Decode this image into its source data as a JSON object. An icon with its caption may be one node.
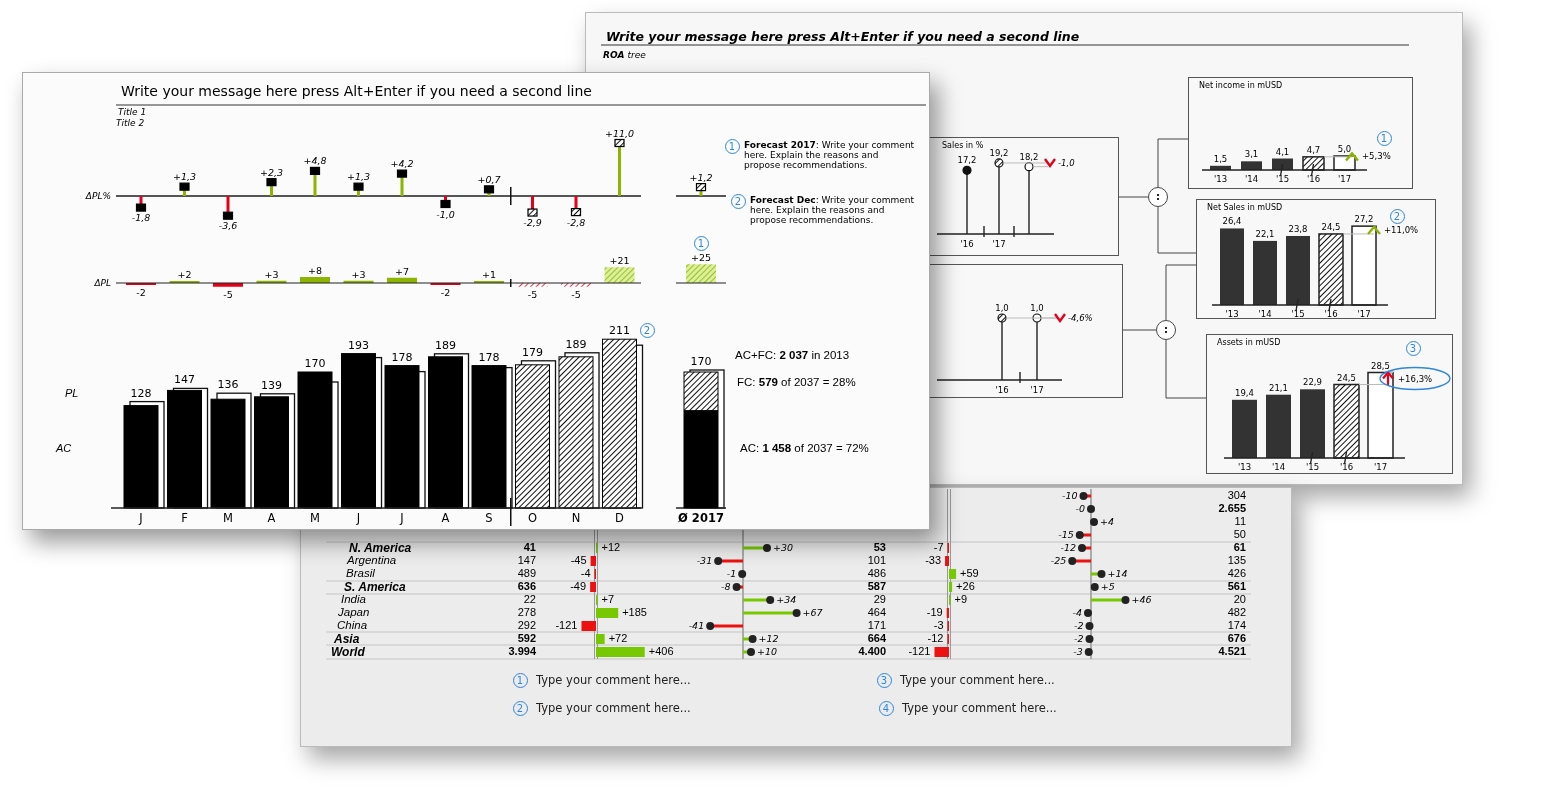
{
  "diagram": {
    "nodes": [
      {
        "text": [
          "Write your message here press Alt+Enter if you need a second line",
          "**ROA** tree"
        ]
      },
      {
        "text": [
          "Sales in %",
          "17,2",
          "19,2",
          "18,2",
          "-1,0",
          "'16",
          "'17"
        ],
        "in": 0
      },
      {
        "text": [
          "1,0",
          "1,0",
          "-4,6%",
          "'16",
          "'17"
        ],
        "in": 0
      },
      {
        "text": [
          ":"
        ],
        "in": 0
      },
      {
        "text": [
          ":"
        ],
        "in": 0
      },
      {
        "text": [
          "Net income in mUSD",
          "1"
        ],
        "in": 0
      },
      {
        "text": [
          "Net Sales in mUSD",
          "2"
        ],
        "in": 0
      },
      {
        "text": [
          "Assets in mUSD",
          "3"
        ],
        "in": 0
      },
      {
        "text": [
          "Write your message here press Alt+Enter if you need a second line",
          "Title 1",
          "Title 2"
        ]
      }
    ],
    "edges": [
      {
        "from": 1,
        "to": 3,
        "arrow": "none"
      },
      {
        "from": 3,
        "to": 5,
        "arrow": "none"
      },
      {
        "from": 3,
        "to": 6,
        "arrow": "none"
      },
      {
        "from": 2,
        "to": 4,
        "arrow": "none"
      },
      {
        "from": 4,
        "to": 6,
        "arrow": "none"
      },
      {
        "from": 4,
        "to": 7,
        "arrow": "none"
      }
    ],
    "labels": [
      "1",
      "2",
      "1",
      "**Forecast 2017**: Write your comment here. Explain the reasons and propose recommendations.",
      "2",
      "**Forecast Dec**: Write your comment here. Explain the reasons and propose recommendations.",
      "PL",
      "AC",
      "AC+FC: **2 037** in 2013",
      "FC: **579** of 2037 = 28%",
      "AC: **1 458** of 2037 = 72%",
      "-10",
      "304",
      "-0",
      "2.655",
      "+4",
      "11",
      "-15",
      "50",
      "N. America",
      "41",
      "+12",
      "+30",
      "53",
      "-7",
      "-12",
      "61",
      "Argentina",
      "147",
      "-45",
      "-31",
      "101",
      "-33",
      "-25",
      "135",
      "Brasil",
      "489",
      "-4",
      "-1",
      "486",
      "+59",
      "+14",
      "426",
      "S. America",
      "636",
      "-49",
      "-8",
      "587",
      "+26",
      "+5",
      "561",
      "India",
      "22",
      "+7",
      "+34",
      "29",
      "+9",
      "+46",
      "20",
      "Japan",
      "278",
      "+185",
      "+67",
      "464",
      "-19",
      "-4",
      "482",
      "China",
      "292",
      "-121",
      "-41",
      "171",
      "-3",
      "-2",
      "174",
      "Asia",
      "592",
      "+72",
      "+12",
      "664",
      "-12",
      "-2",
      "676",
      "World",
      "3.994",
      "+406",
      "+10",
      "4.400",
      "-121",
      "-3",
      "4.521",
      "1",
      "Type your comment here...",
      "3",
      "Type your comment here...",
      "2",
      "Type your comment here...",
      "4",
      "Type your comment here...",
      "ΔPL%",
      "-1,8",
      "+1,3",
      "-3,6",
      "+2,3",
      "+4,8",
      "+1,3",
      "+4,2",
      "-1,0",
      "+0,7",
      "-2,9",
      "-2,8",
      "+11,0",
      "+1,2",
      "ΔPL",
      "-2",
      "+2",
      "-5",
      "+3",
      "+8",
      "+3",
      "+7",
      "-2",
      "+1",
      "-5",
      "-5",
      "+21",
      "+25"
    ],
    "chart_data": [
      {
        "type": "bar",
        "categories": [
          "J",
          "F",
          "M",
          "A",
          "M",
          "J",
          "J",
          "A",
          "S",
          "O",
          "N",
          "D",
          "Ø 2017"
        ],
        "values": [
          128,
          147,
          136,
          139,
          170,
          193,
          178,
          189,
          178,
          179,
          189,
          211,
          170
        ],
        "data_labels": true
      },
      {
        "type": "bar",
        "categories": [
          "'13",
          "'14",
          "'15",
          "'16",
          "'17"
        ],
        "values": [
          1.5,
          3.1,
          4.1,
          4.7,
          5.0
        ],
        "value_labels": [
          "1,5",
          "3,1",
          "4,1",
          "4,7",
          "5,0"
        ],
        "annotations": [
          "+5,3%"
        ]
      },
      {
        "type": "bar",
        "categories": [
          "'13",
          "'14",
          "'15",
          "'16",
          "'17"
        ],
        "values": [
          26.4,
          22.1,
          23.8,
          24.5,
          27.2
        ],
        "value_labels": [
          "26,4",
          "22,1",
          "23,8",
          "24,5",
          "27,2"
        ],
        "annotations": [
          "+11,0%"
        ]
      },
      {
        "type": "bar",
        "categories": [
          "'13",
          "'14",
          "'15",
          "'16",
          "'17"
        ],
        "values": [
          19.4,
          21.1,
          22.9,
          24.5,
          28.5
        ],
        "value_labels": [
          "19,4",
          "21,1",
          "22,9",
          "24,5",
          "28,5"
        ],
        "annotations": [
          "+16,3%"
        ]
      }
    ]
  }
}
